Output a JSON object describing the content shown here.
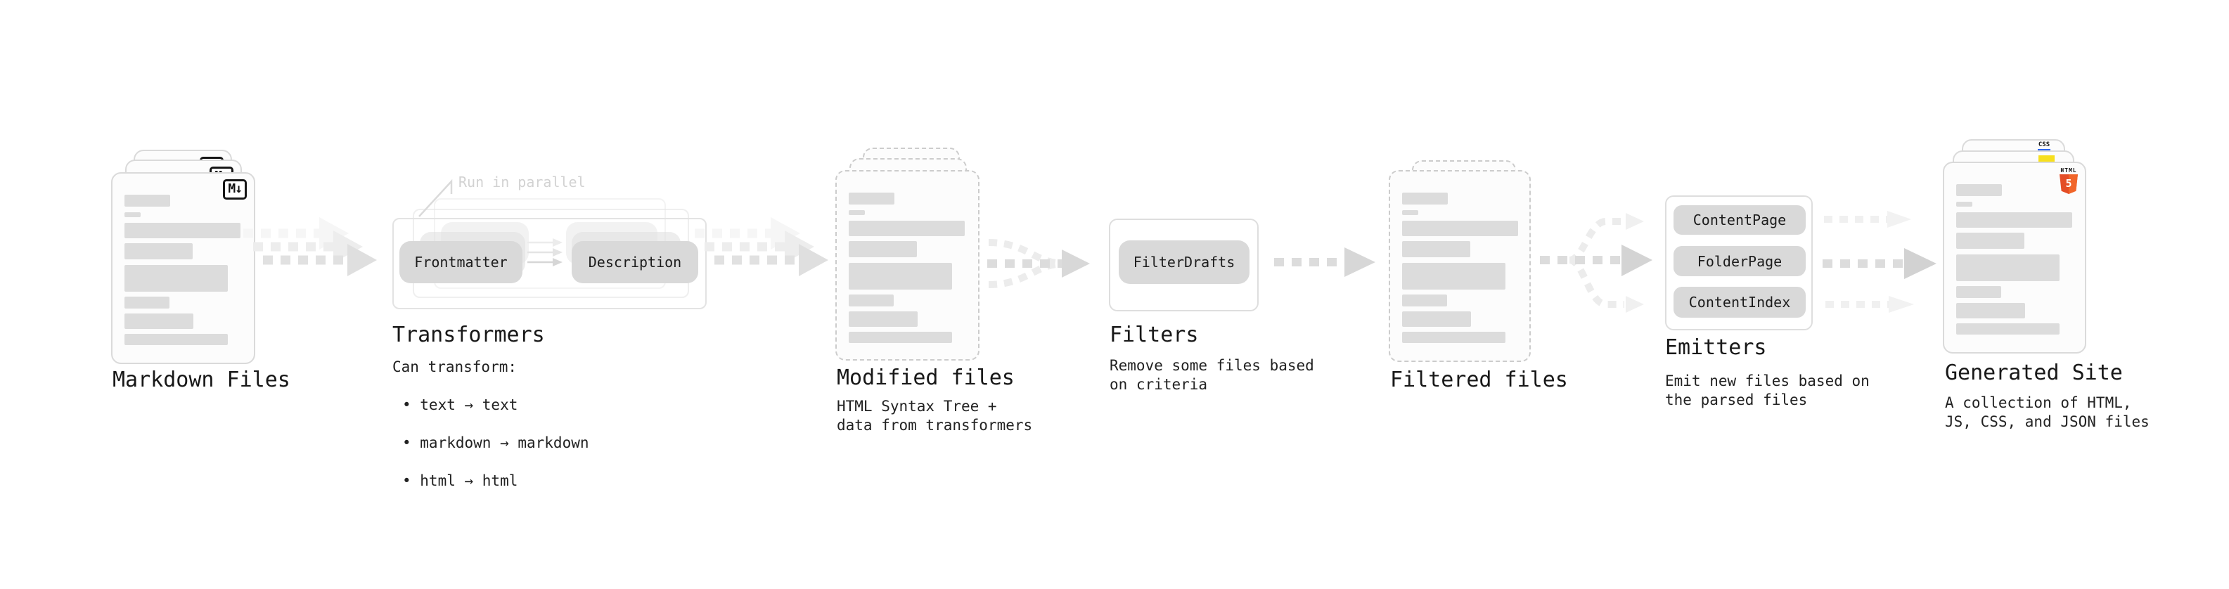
{
  "colors": {
    "html5_orange": "#e44d26",
    "html5_orange_light": "#f16529",
    "js_yellow": "#f7df1e",
    "css_blue": "#2965f1",
    "placeholder_gray": "#dcdcdc",
    "arrow_gray": "#dedede"
  },
  "stages": {
    "markdown": {
      "title": "Markdown Files",
      "badge": "M↓"
    },
    "transformers": {
      "title": "Transformers",
      "annotation": "Run in parallel",
      "pill_left": "Frontmatter",
      "pill_right": "Description",
      "subtitle": "Can transform:",
      "bullets": [
        "• text → text",
        "• markdown → markdown",
        "• html → html"
      ]
    },
    "modified": {
      "title": "Modified files",
      "subtitle": "HTML Syntax Tree +\ndata from transformers"
    },
    "filters": {
      "title": "Filters",
      "pill": "FilterDrafts",
      "subtitle": "Remove some files based\non criteria"
    },
    "filtered": {
      "title": "Filtered files"
    },
    "emitters": {
      "title": "Emitters",
      "pills": [
        "ContentPage",
        "FolderPage",
        "ContentIndex"
      ],
      "subtitle": "Emit new files based on\nthe parsed files"
    },
    "generated": {
      "title": "Generated Site",
      "subtitle": "A collection of HTML,\nJS, CSS, and JSON files",
      "badges": {
        "css": "CSS",
        "html_label": "HTML",
        "html_number": "5"
      }
    }
  }
}
